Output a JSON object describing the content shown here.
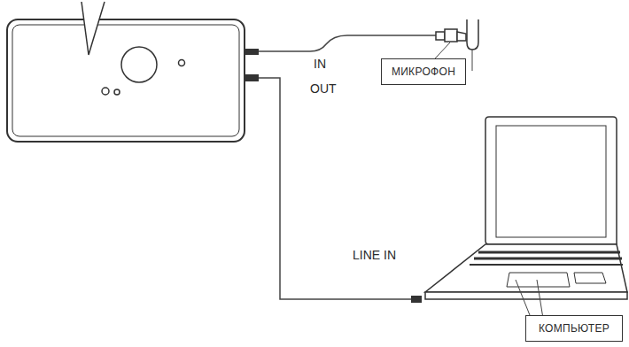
{
  "diagram": {
    "nodes": [
      {
        "text": [
          "МИКРОФОН"
        ]
      },
      {
        "text": [
          "КОМПЬЮТЕР"
        ]
      }
    ],
    "labels": [
      "IN",
      "OUT",
      "LINE IN"
    ]
  }
}
